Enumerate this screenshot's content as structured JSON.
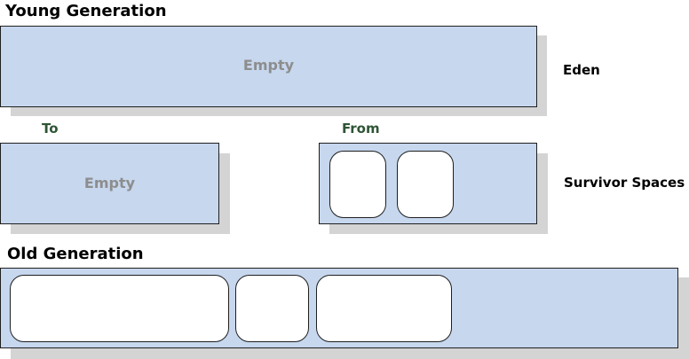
{
  "young_generation": {
    "heading": "Young Generation",
    "eden": {
      "label": "Eden",
      "status": "Empty",
      "object_count": 0
    },
    "to_space": {
      "label": "To",
      "status": "Empty",
      "object_count": 0
    },
    "from_space": {
      "label": "From",
      "object_count": 2
    },
    "survivor_label": "Survivor Spaces"
  },
  "old_generation": {
    "heading": "Old Generation",
    "object_count": 3
  },
  "colors": {
    "region_fill": "#c6d7ee",
    "shadow": "#d4d4d4",
    "empty_text": "#8d8d8d",
    "space_label_text": "#2e5535"
  }
}
